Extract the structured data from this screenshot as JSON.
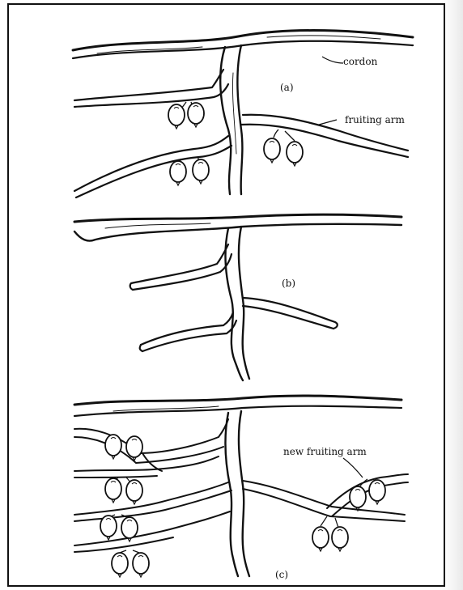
{
  "labels": {
    "cordon": "cordon",
    "fruiting_arm": "fruiting arm",
    "new_fruiting_arm": "new fruiting arm",
    "panel_a": "(a)",
    "panel_b": "(b)",
    "panel_c": "(c)"
  },
  "colors": {
    "ink": "#111111",
    "background": "#ffffff",
    "frame": "#111111"
  }
}
